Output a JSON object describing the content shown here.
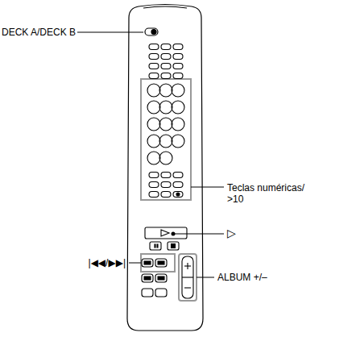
{
  "diagram": {
    "labels": [
      "DECK A/DECK B",
      "Teclas numéricas/ >10",
      "▷",
      "|◀◀/▶▶|",
      "ALBUM +/–"
    ]
  }
}
